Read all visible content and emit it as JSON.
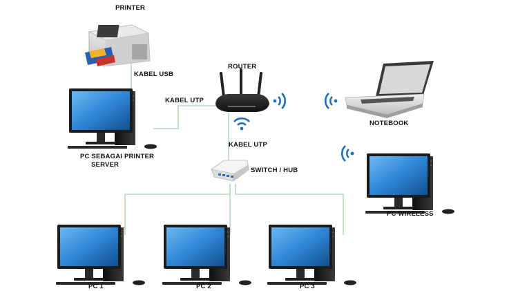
{
  "labels": {
    "printer": "PRINTER",
    "kabel_usb": "KABEL USB",
    "router": "ROUTER",
    "kabel_utp_server": "KABEL UTP",
    "kabel_utp_switch": "KABEL UTP",
    "notebook": "NOTEBOOK",
    "pc_server_line1": "PC  SEBAGAI PRINTER",
    "pc_server_line2": "SERVER",
    "switch_hub": "SWITCH / HUB",
    "pc_wireless": "PC  WIRELESS",
    "pc1": "PC 1",
    "pc2": "PC 2",
    "pc3": "PC 3"
  },
  "colors": {
    "cable": "#8fc7a0",
    "wifi": "#1f6fc0",
    "screen": "#2f86d6",
    "tower": "#1e1e1e"
  }
}
